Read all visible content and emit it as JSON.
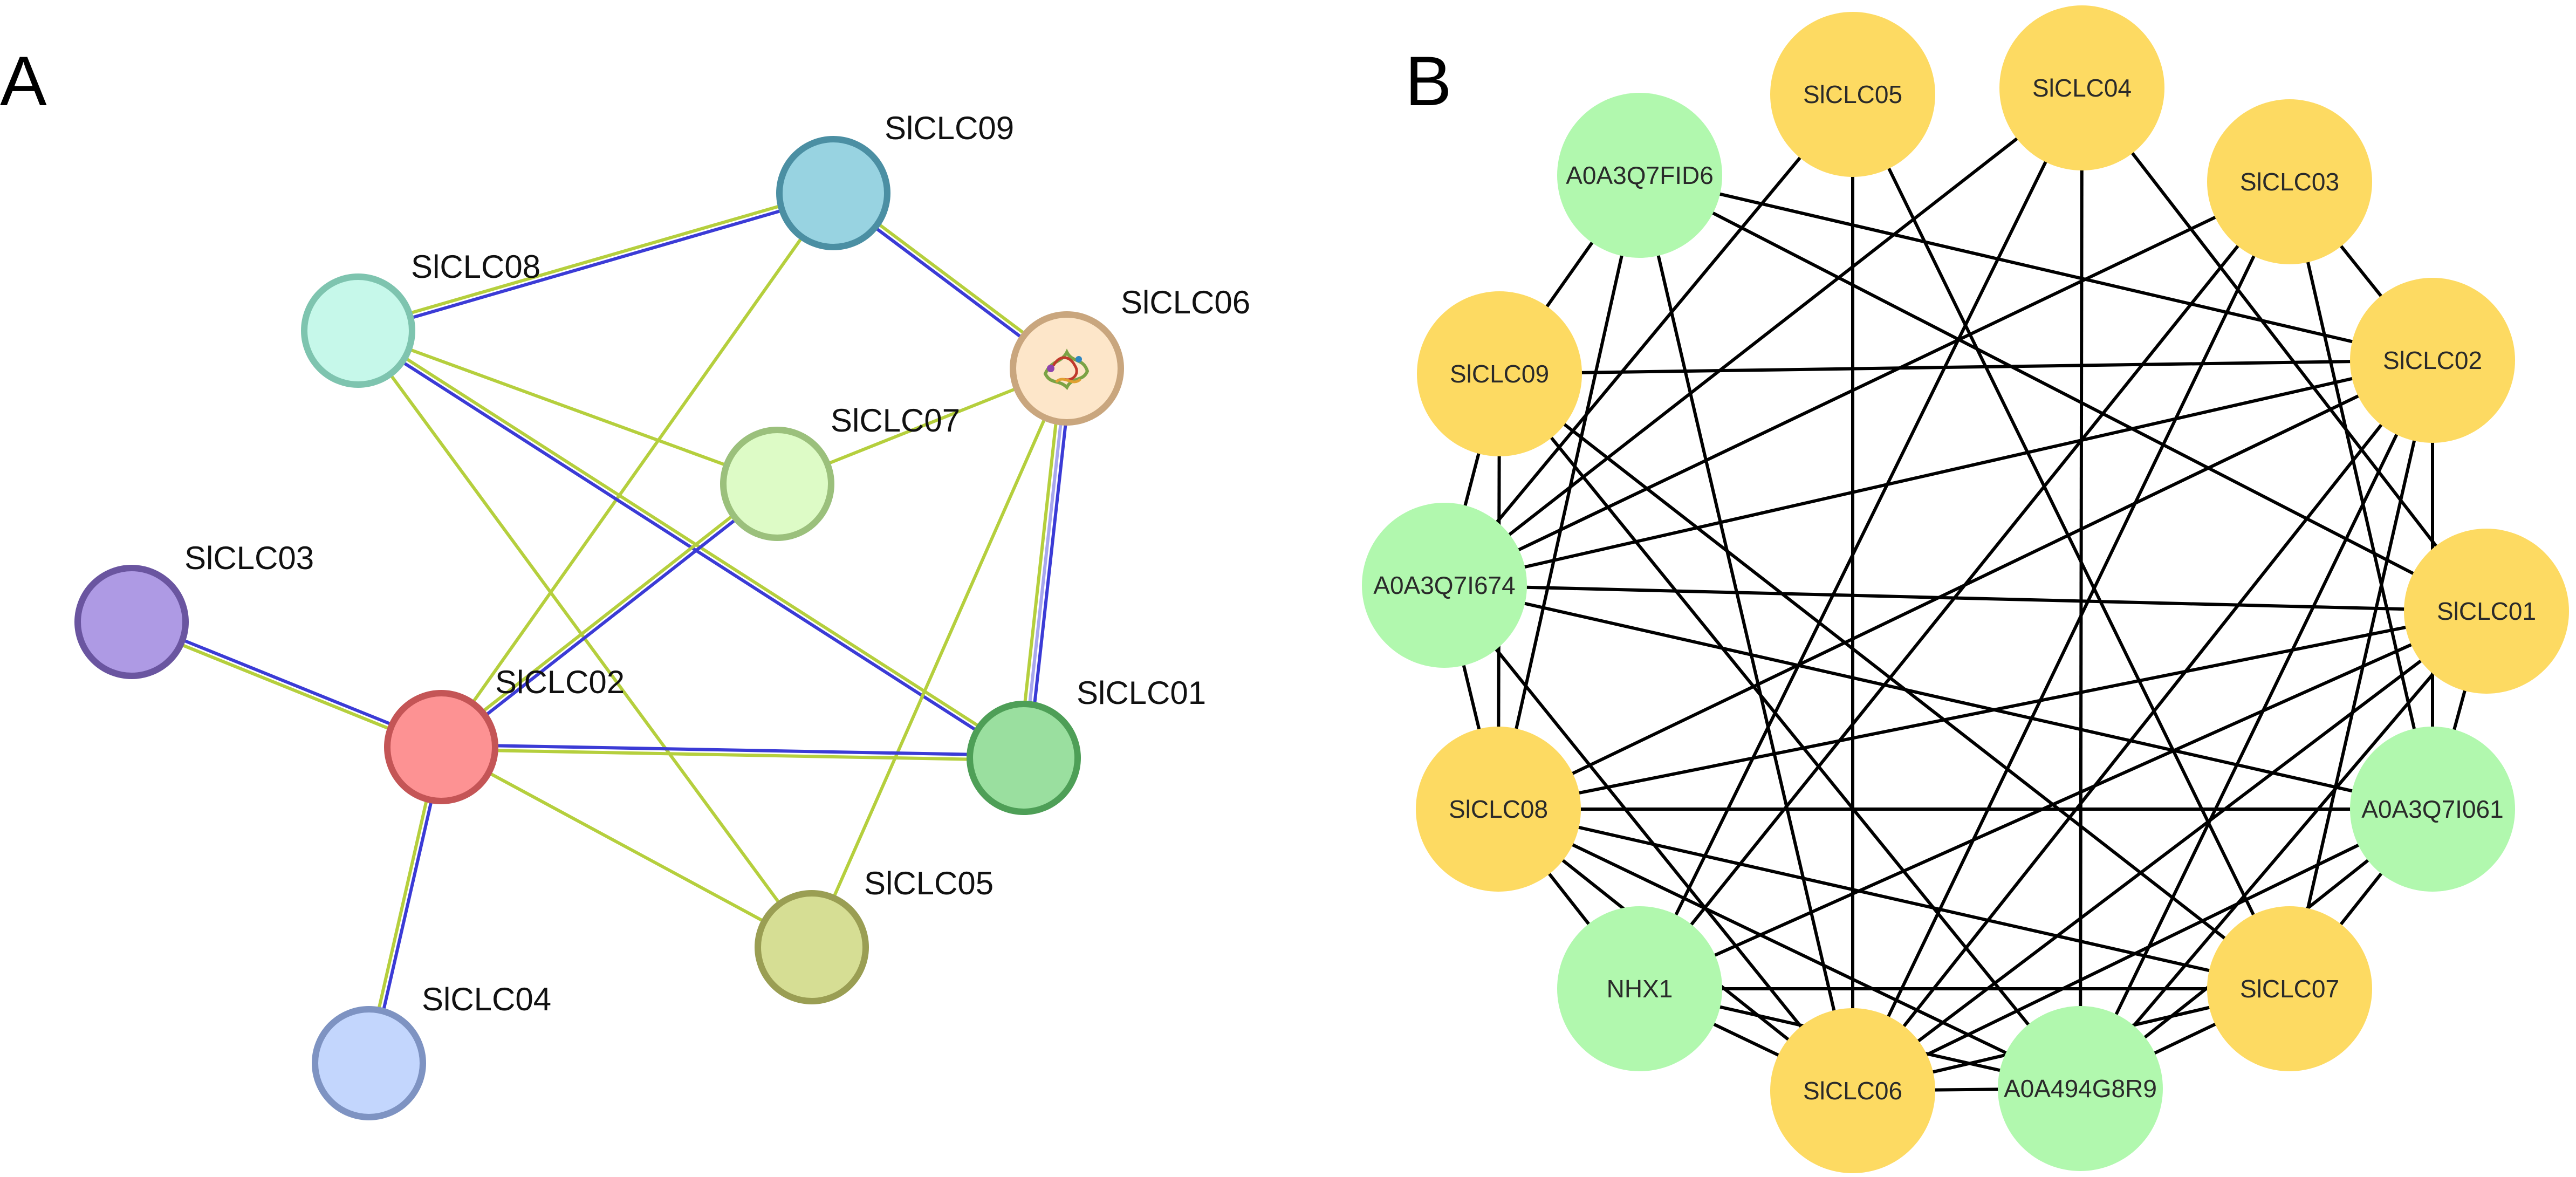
{
  "panel_a": {
    "letter": "A",
    "nodes": [
      {
        "id": "SlCLC09",
        "label": "SlCLC09",
        "fill": "#98D3E1",
        "stroke": "#4B8FA3"
      },
      {
        "id": "SlCLC08",
        "label": "SlCLC08",
        "fill": "#C6F8EA",
        "stroke": "#7EC4AF"
      },
      {
        "id": "SlCLC06",
        "label": "SlCLC06",
        "fill": "#FDE6C9",
        "stroke": "#C9A67E"
      },
      {
        "id": "SlCLC07",
        "label": "SlCLC07",
        "fill": "#DDFBC6",
        "stroke": "#9BC07C"
      },
      {
        "id": "SlCLC03",
        "label": "SlCLC03",
        "fill": "#AE9AE4",
        "stroke": "#6A55A0"
      },
      {
        "id": "SlCLC02",
        "label": "SlCLC02",
        "fill": "#FD9293",
        "stroke": "#C45556"
      },
      {
        "id": "SlCLC01",
        "label": "SlCLC01",
        "fill": "#9ADF9F",
        "stroke": "#4E9F57"
      },
      {
        "id": "SlCLC05",
        "label": "SlCLC05",
        "fill": "#D6DE94",
        "stroke": "#9A9E53"
      },
      {
        "id": "SlCLC04",
        "label": "SlCLC04",
        "fill": "#C3D6FD",
        "stroke": "#7E93C2"
      }
    ],
    "edges": [
      {
        "from": "SlCLC08",
        "to": "SlCLC09",
        "colors": [
          "#B5CF3D",
          "#3B3BD6"
        ]
      },
      {
        "from": "SlCLC09",
        "to": "SlCLC06",
        "colors": [
          "#B5CF3D",
          "#3B3BD6"
        ]
      },
      {
        "from": "SlCLC09",
        "to": "SlCLC02",
        "colors": [
          "#B5CF3D"
        ]
      },
      {
        "from": "SlCLC08",
        "to": "SlCLC07",
        "colors": [
          "#B5CF3D"
        ]
      },
      {
        "from": "SlCLC08",
        "to": "SlCLC01",
        "colors": [
          "#B5CF3D",
          "#3B3BD6"
        ]
      },
      {
        "from": "SlCLC08",
        "to": "SlCLC05",
        "colors": [
          "#B5CF3D"
        ]
      },
      {
        "from": "SlCLC06",
        "to": "SlCLC07",
        "colors": [
          "#B5CF3D"
        ]
      },
      {
        "from": "SlCLC06",
        "to": "SlCLC01",
        "colors": [
          "#3B3BD6",
          "#A7A7EE",
          "#B5CF3D"
        ]
      },
      {
        "from": "SlCLC06",
        "to": "SlCLC05",
        "colors": [
          "#B5CF3D"
        ]
      },
      {
        "from": "SlCLC07",
        "to": "SlCLC02",
        "colors": [
          "#3B3BD6",
          "#B5CF3D"
        ]
      },
      {
        "from": "SlCLC03",
        "to": "SlCLC02",
        "colors": [
          "#3B3BD6",
          "#B5CF3D"
        ]
      },
      {
        "from": "SlCLC02",
        "to": "SlCLC01",
        "colors": [
          "#3B3BD6",
          "#B5CF3D"
        ]
      },
      {
        "from": "SlCLC02",
        "to": "SlCLC05",
        "colors": [
          "#B5CF3D"
        ]
      },
      {
        "from": "SlCLC02",
        "to": "SlCLC04",
        "colors": [
          "#3B3BD6",
          "#B5CF3D"
        ]
      }
    ]
  },
  "panel_b": {
    "letter": "B",
    "colors": {
      "gene": "#FDDA62",
      "protein": "#B1F8AE",
      "edge": "#000000"
    },
    "nodes": [
      {
        "id": "SlCLC05",
        "label": "SlCLC05",
        "kind": "gene"
      },
      {
        "id": "SlCLC04",
        "label": "SlCLC04",
        "kind": "gene"
      },
      {
        "id": "A0A3Q7FID6",
        "label": "A0A3Q7FID6",
        "kind": "protein"
      },
      {
        "id": "SlCLC03",
        "label": "SlCLC03",
        "kind": "gene"
      },
      {
        "id": "SlCLC09",
        "label": "SlCLC09",
        "kind": "gene"
      },
      {
        "id": "SlCLC02",
        "label": "SlCLC02",
        "kind": "gene"
      },
      {
        "id": "A0A3Q7I674",
        "label": "A0A3Q7I674",
        "kind": "protein"
      },
      {
        "id": "SlCLC01",
        "label": "SlCLC01",
        "kind": "gene"
      },
      {
        "id": "SlCLC08",
        "label": "SlCLC08",
        "kind": "gene"
      },
      {
        "id": "A0A3Q7I061",
        "label": "A0A3Q7I061",
        "kind": "protein"
      },
      {
        "id": "NHX1",
        "label": "NHX1",
        "kind": "protein"
      },
      {
        "id": "SlCLC07",
        "label": "SlCLC07",
        "kind": "gene"
      },
      {
        "id": "SlCLC06",
        "label": "SlCLC06",
        "kind": "gene"
      },
      {
        "id": "A0A494G8R9",
        "label": "A0A494G8R9",
        "kind": "protein"
      }
    ],
    "edges": [
      [
        "SlCLC05",
        "SlCLC06"
      ],
      [
        "SlCLC05",
        "A0A3Q7I674"
      ],
      [
        "SlCLC05",
        "SlCLC07"
      ],
      [
        "SlCLC04",
        "A0A494G8R9"
      ],
      [
        "SlCLC04",
        "A0A3Q7I674"
      ],
      [
        "SlCLC04",
        "SlCLC01"
      ],
      [
        "SlCLC04",
        "NHX1"
      ],
      [
        "A0A3Q7FID6",
        "SlCLC09"
      ],
      [
        "A0A3Q7FID6",
        "SlCLC02"
      ],
      [
        "A0A3Q7FID6",
        "SlCLC01"
      ],
      [
        "A0A3Q7FID6",
        "SlCLC08"
      ],
      [
        "A0A3Q7FID6",
        "SlCLC06"
      ],
      [
        "SlCLC03",
        "SlCLC02"
      ],
      [
        "SlCLC03",
        "A0A3Q7I061"
      ],
      [
        "SlCLC03",
        "A0A3Q7I674"
      ],
      [
        "SlCLC03",
        "SlCLC06"
      ],
      [
        "SlCLC03",
        "NHX1"
      ],
      [
        "SlCLC09",
        "SlCLC02"
      ],
      [
        "SlCLC09",
        "A0A3Q7I674"
      ],
      [
        "SlCLC09",
        "SlCLC08"
      ],
      [
        "SlCLC09",
        "SlCLC07"
      ],
      [
        "SlCLC09",
        "A0A494G8R9"
      ],
      [
        "SlCLC02",
        "A0A3Q7I674"
      ],
      [
        "SlCLC02",
        "SlCLC08"
      ],
      [
        "SlCLC02",
        "A0A3Q7I061"
      ],
      [
        "SlCLC02",
        "SlCLC07"
      ],
      [
        "SlCLC02",
        "A0A494G8R9"
      ],
      [
        "SlCLC02",
        "SlCLC06"
      ],
      [
        "A0A3Q7I674",
        "SlCLC01"
      ],
      [
        "A0A3Q7I674",
        "SlCLC08"
      ],
      [
        "A0A3Q7I674",
        "SlCLC06"
      ],
      [
        "A0A3Q7I674",
        "A0A3Q7I061"
      ],
      [
        "SlCLC01",
        "SlCLC08"
      ],
      [
        "SlCLC01",
        "A0A3Q7I061"
      ],
      [
        "SlCLC01",
        "SlCLC06"
      ],
      [
        "SlCLC01",
        "A0A494G8R9"
      ],
      [
        "SlCLC01",
        "NHX1"
      ],
      [
        "SlCLC08",
        "A0A3Q7I061"
      ],
      [
        "SlCLC08",
        "SlCLC07"
      ],
      [
        "SlCLC08",
        "A0A494G8R9"
      ],
      [
        "SlCLC08",
        "SlCLC06"
      ],
      [
        "SlCLC08",
        "NHX1"
      ],
      [
        "A0A3Q7I061",
        "SlCLC07"
      ],
      [
        "A0A3Q7I061",
        "A0A494G8R9"
      ],
      [
        "A0A3Q7I061",
        "SlCLC06"
      ],
      [
        "NHX1",
        "SlCLC07"
      ],
      [
        "NHX1",
        "SlCLC06"
      ],
      [
        "NHX1",
        "A0A494G8R9"
      ],
      [
        "SlCLC07",
        "SlCLC06"
      ],
      [
        "SlCLC07",
        "A0A494G8R9"
      ],
      [
        "SlCLC06",
        "A0A494G8R9"
      ]
    ]
  }
}
